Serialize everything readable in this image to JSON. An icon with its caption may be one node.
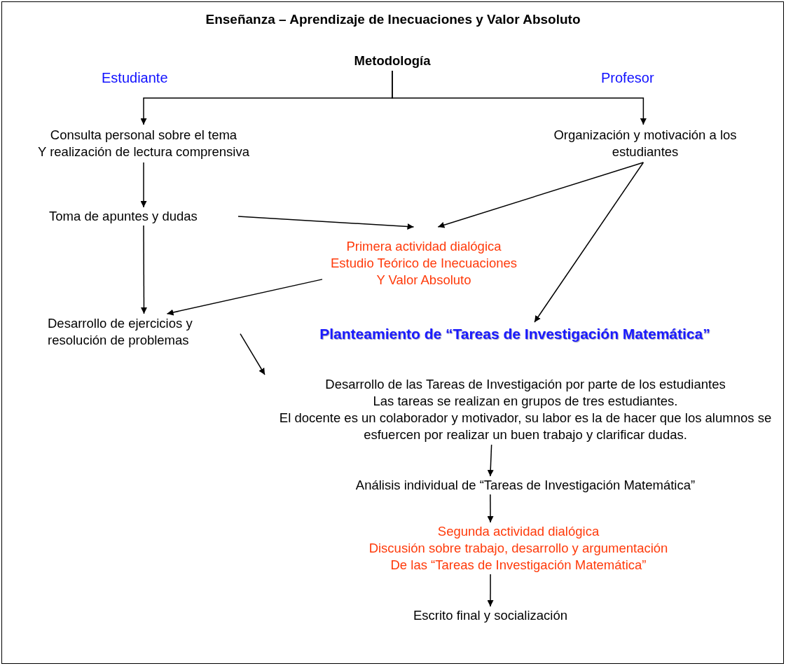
{
  "diagram": {
    "title": "Enseñanza – Aprendizaje de Inecuaciones y Valor Absoluto",
    "nodes": [
      {
        "text": [
          "Metodología"
        ]
      },
      {
        "text": [
          "Consulta personal sobre el tema",
          "Y realización de lectura comprensiva"
        ]
      },
      {
        "text": [
          "Organización y motivación a los estudiantes"
        ]
      },
      {
        "text": [
          "Toma de apuntes y dudas"
        ]
      },
      {
        "text": [
          "Primera actividad dialógica",
          "Estudio Teórico de Inecuaciones",
          "Y Valor Absoluto"
        ]
      },
      {
        "text": [
          "Desarrollo de ejercicios y resolución de problemas"
        ]
      },
      {
        "text": [
          "Planteamiento de “Tareas de Investigación Matemática”"
        ]
      },
      {
        "text": [
          "Desarrollo de las Tareas de Investigación por parte de los estudiantes",
          "Las tareas se realizan en grupos de tres estudiantes.",
          "El docente es un colaborador y motivador, su labor es la de hacer que los alumnos se esfuercen por realizar un buen trabajo y clarificar dudas."
        ]
      },
      {
        "text": [
          "Análisis individual de “Tareas de Investigación Matemática”"
        ]
      },
      {
        "text": [
          "Segunda actividad dialógica",
          "Discusión sobre trabajo, desarrollo y argumentación",
          "De las “Tareas de Investigación Matemática”"
        ]
      },
      {
        "text": [
          "Escrito final y socialización"
        ]
      }
    ],
    "edges": [
      {
        "from": 0,
        "to": 1,
        "arrow": "to"
      },
      {
        "from": 0,
        "to": 2,
        "arrow": "to"
      },
      {
        "from": 1,
        "to": 3,
        "arrow": "to"
      },
      {
        "from": 3,
        "to": 4,
        "arrow": "to"
      },
      {
        "from": 2,
        "to": 4,
        "arrow": "to"
      },
      {
        "from": 2,
        "to": 6,
        "arrow": "to"
      },
      {
        "from": 3,
        "to": 5,
        "arrow": "to"
      },
      {
        "from": 4,
        "to": 5,
        "arrow": "to"
      },
      {
        "from": 5,
        "to": 7,
        "arrow": "to"
      },
      {
        "from": 7,
        "to": 8,
        "arrow": "to"
      },
      {
        "from": 8,
        "to": 9,
        "arrow": "to"
      },
      {
        "from": 9,
        "to": 10,
        "arrow": "to"
      }
    ],
    "labels": [
      "Estudiante",
      "Profesor"
    ]
  }
}
